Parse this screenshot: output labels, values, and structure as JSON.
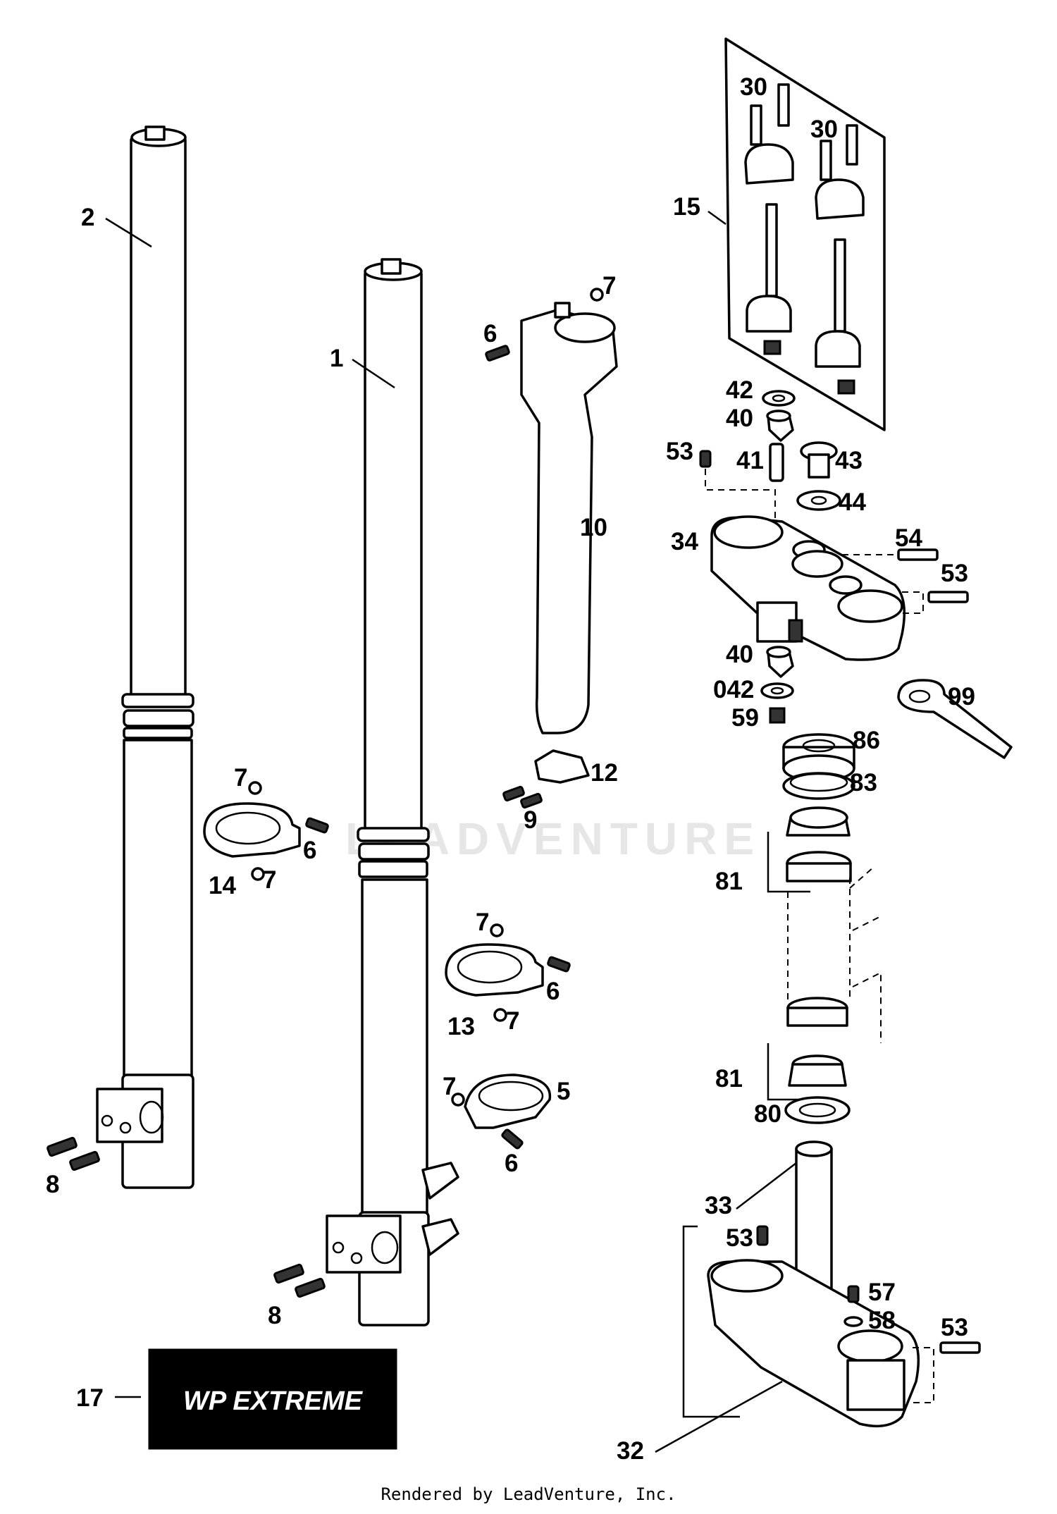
{
  "labels": {
    "l1": "1",
    "l2": "2",
    "l5": "5",
    "l6a": "6",
    "l6b": "6",
    "l6c": "6",
    "l6d": "6",
    "l7a": "7",
    "l7b": "7",
    "l7c": "7",
    "l7d": "7",
    "l7e": "7",
    "l7f": "7",
    "l8a": "8",
    "l8b": "8",
    "l9": "9",
    "l10": "10",
    "l12": "12",
    "l13": "13",
    "l14": "14",
    "l15": "15",
    "l17": "17",
    "l30a": "30",
    "l30b": "30",
    "l32": "32",
    "l33": "33",
    "l34": "34",
    "l40a": "40",
    "l40b": "40",
    "l41": "41",
    "l42": "42",
    "l042": "042",
    "l43": "43",
    "l44": "44",
    "l53a": "53",
    "l53b": "53",
    "l53c": "53",
    "l53d": "53",
    "l54": "54",
    "l57": "57",
    "l58": "58",
    "l59": "59",
    "l80": "80",
    "l81a": "81",
    "l81b": "81",
    "l83": "83",
    "l86": "86",
    "l99": "99"
  },
  "decal_text": "WP EXTREME",
  "watermark": "LEADVENTURE",
  "footer": "Rendered by LeadVenture, Inc."
}
